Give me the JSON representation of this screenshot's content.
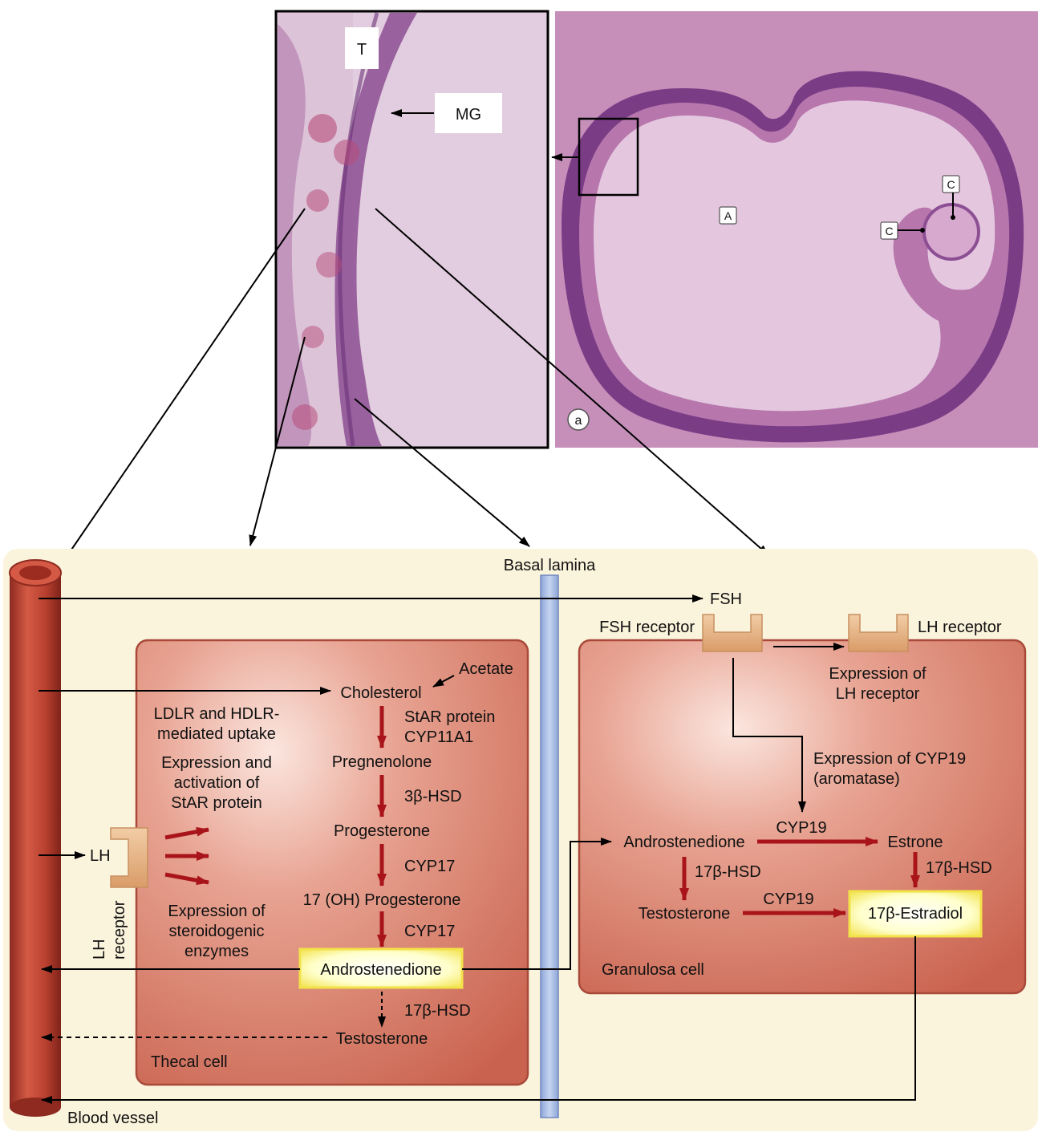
{
  "micrograph": {
    "inset_labels": {
      "theca": "T",
      "membrana_granulosa": "MG"
    },
    "overview_labels": {
      "antrum": "A",
      "cumulus_1": "C",
      "cumulus_2": "C",
      "panel": "a"
    }
  },
  "diagram": {
    "blood_vessel": "Blood vessel",
    "basal_lamina": "Basal lamina",
    "thecal_cell": "Thecal cell",
    "granulosa_cell": "Granulosa cell",
    "theca": {
      "acetate": "Acetate",
      "cholesterol": "Cholesterol",
      "uptake_line1": "LDLR and HDLR-",
      "uptake_line2": "mediated uptake",
      "star_line1": "Expression and",
      "star_line2": "activation of",
      "star_line3": "StAR protein",
      "enz_line1": "Expression of",
      "enz_line2": "steroidogenic",
      "enz_line3": "enzymes",
      "lh": "LH",
      "lh_receptor_line1": "LH",
      "lh_receptor_line2": "receptor",
      "step1_enzyme_line1": "StAR protein",
      "step1_enzyme_line2": "CYP11A1",
      "pregnenolone": "Pregnenolone",
      "step2_enzyme": "3β-HSD",
      "progesterone": "Progesterone",
      "step3_enzyme": "CYP17",
      "oh_progesterone": "17 (OH) Progesterone",
      "step4_enzyme": "CYP17",
      "androstenedione": "Androstenedione",
      "step5_enzyme": "17β-HSD",
      "testosterone": "Testosterone"
    },
    "granulosa": {
      "fsh": "FSH",
      "fsh_receptor": "FSH receptor",
      "lh_receptor": "LH receptor",
      "lh_expr_line1": "Expression of",
      "lh_expr_line2": "LH receptor",
      "cyp19_expr_line1": "Expression of CYP19",
      "cyp19_expr_line2": "(aromatase)",
      "androstenedione": "Androstenedione",
      "cyp19_top": "CYP19",
      "estrone": "Estrone",
      "hsd_left": "17β-HSD",
      "hsd_right": "17β-HSD",
      "testosterone": "Testosterone",
      "cyp19_bottom": "CYP19",
      "estradiol": "17β-Estradiol"
    },
    "colors": {
      "background_panel": "#fbf4dc",
      "cell_fill": "#d9826f",
      "cell_border": "#a8493a",
      "vessel": "#b0392c",
      "basal_lamina": "#a9bde6",
      "enzyme_arrow": "#a8141a",
      "receptor": "#e7b78a",
      "highlight_box": "#ffffb0"
    }
  }
}
